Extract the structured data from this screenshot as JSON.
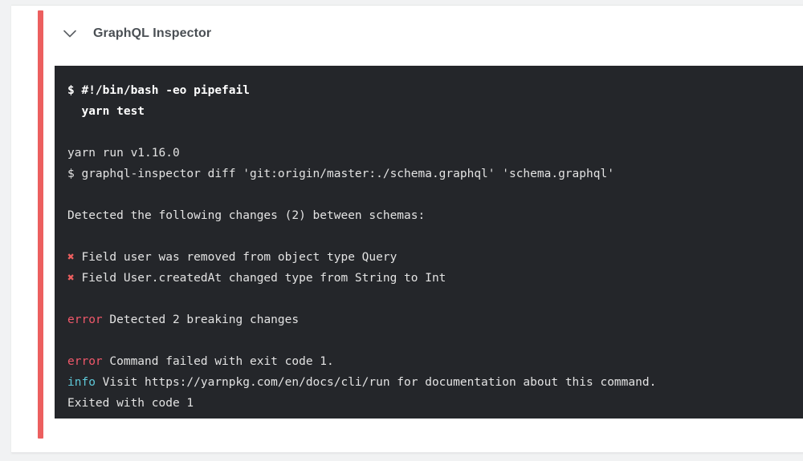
{
  "step": {
    "title": "GraphQL Inspector",
    "toggle_icon": "chevron-down-icon",
    "status_color": "#ec5f5f"
  },
  "terminal": {
    "background": "#24262a",
    "error_color": "#f0586a",
    "info_color": "#5ec8d8",
    "mark_color": "#ec5f5f",
    "lines": [
      {
        "type": "command",
        "text": "$ #!/bin/bash -eo pipefail"
      },
      {
        "type": "command",
        "text": "  yarn test"
      },
      {
        "type": "blank",
        "text": ""
      },
      {
        "type": "plain",
        "text": "yarn run v1.16.0"
      },
      {
        "type": "plain",
        "text": "$ graphql-inspector diff 'git:origin/master:./schema.graphql' 'schema.graphql'"
      },
      {
        "type": "blank",
        "text": ""
      },
      {
        "type": "plain",
        "text": "Detected the following changes (2) between schemas:"
      },
      {
        "type": "blank",
        "text": ""
      },
      {
        "type": "marked",
        "mark": "✖",
        "text": " Field user was removed from object type Query"
      },
      {
        "type": "marked",
        "mark": "✖",
        "text": " Field User.createdAt changed type from String to Int"
      },
      {
        "type": "blank",
        "text": ""
      },
      {
        "type": "level",
        "level": "error",
        "level_text": "error",
        "text": " Detected 2 breaking changes"
      },
      {
        "type": "blank",
        "text": ""
      },
      {
        "type": "level",
        "level": "error",
        "level_text": "error",
        "text": " Command failed with exit code 1."
      },
      {
        "type": "level",
        "level": "info",
        "level_text": "info",
        "text": " Visit https://yarnpkg.com/en/docs/cli/run for documentation about this command."
      },
      {
        "type": "plain",
        "text": "Exited with code 1"
      }
    ]
  }
}
